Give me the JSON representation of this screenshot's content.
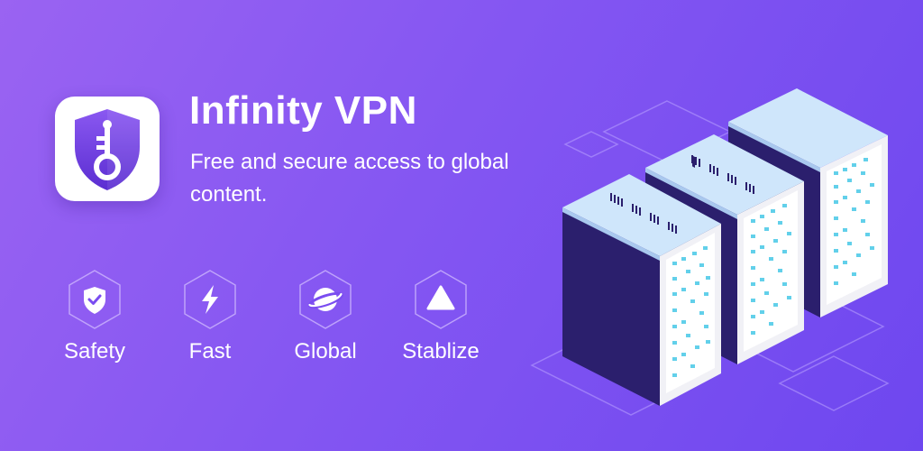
{
  "app": {
    "name": "Infinity VPN",
    "tagline": "Free and secure access to global content.",
    "icon": "key-shield-icon"
  },
  "features": [
    {
      "label": "Safety",
      "icon": "shield-check-icon"
    },
    {
      "label": "Fast",
      "icon": "lightning-bolt-icon"
    },
    {
      "label": "Global",
      "icon": "planet-icon"
    },
    {
      "label": "Stablize",
      "icon": "triangle-icon"
    }
  ],
  "illustration": "server-racks",
  "colors": {
    "background_start": "#9a63f2",
    "background_end": "#6e47ef",
    "accent": "#7a4df0",
    "server_body": "#2d2170",
    "server_top": "#cfe6fb",
    "server_lights": "#62d0ea"
  }
}
